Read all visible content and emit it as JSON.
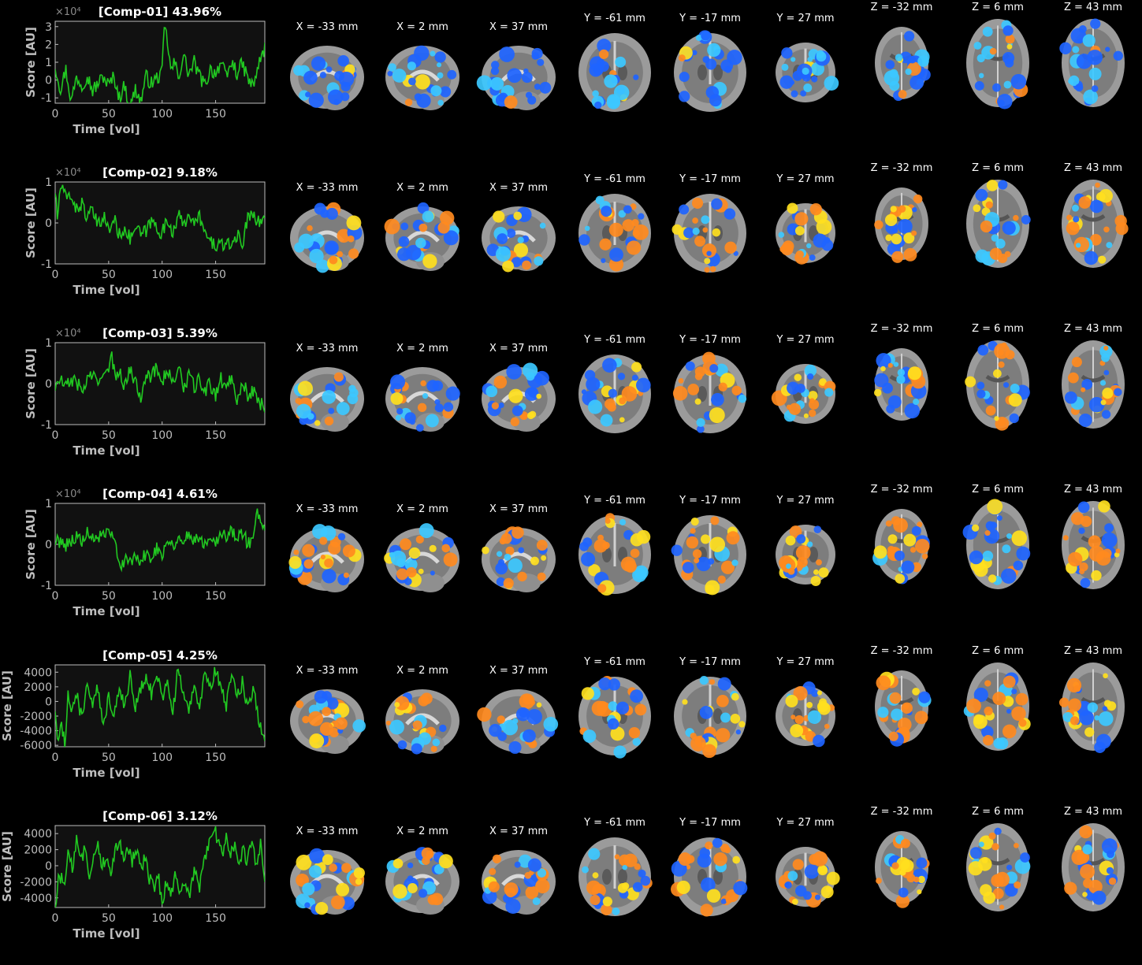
{
  "colors": {
    "background": "#000000",
    "trace": "#21c821",
    "axes_bg": "#111111",
    "axes_text": "#bdbdbd",
    "positive": "#ff8a1e",
    "positive_hi": "#ffe01e",
    "negative": "#1e64ff",
    "negative_hi": "#3cc8ff",
    "brain_gray": "#9b9b9b"
  },
  "slice_labels": [
    "X = -33 mm",
    "X = 2 mm",
    "X = 37 mm",
    "Y = -61 mm",
    "Y = -17 mm",
    "Y = 27 mm",
    "Z = -32 mm",
    "Z = 6 mm",
    "Z = 43 mm"
  ],
  "chart_data": [
    {
      "type": "line",
      "title": "[Comp-01] 43.96%",
      "xlabel": "Time [vol]",
      "ylabel": "Score [AU]",
      "exponent": "×10⁴",
      "xlim": [
        0,
        196
      ],
      "ylim": [
        -1.3,
        3.3
      ],
      "xticks": [
        0,
        50,
        100,
        150
      ],
      "yticks": [
        -1,
        0,
        1,
        2,
        3
      ],
      "ytick_labels": [
        "-1",
        "0",
        "1",
        "2",
        "3"
      ],
      "grid": false,
      "knots": [
        [
          0,
          0.8
        ],
        [
          5,
          -0.5
        ],
        [
          10,
          0.6
        ],
        [
          15,
          -1.2
        ],
        [
          20,
          0.2
        ],
        [
          25,
          -0.3
        ],
        [
          30,
          0.3
        ],
        [
          35,
          -0.6
        ],
        [
          40,
          -0.2
        ],
        [
          45,
          0.2
        ],
        [
          50,
          -0.3
        ],
        [
          55,
          0.2
        ],
        [
          60,
          -1
        ],
        [
          65,
          -0.3
        ],
        [
          70,
          -1.6
        ],
        [
          75,
          -0.5
        ],
        [
          80,
          -1.2
        ],
        [
          85,
          0.2
        ],
        [
          90,
          -0.2
        ],
        [
          95,
          0.1
        ],
        [
          100,
          0.4
        ],
        [
          102,
          3.0
        ],
        [
          105,
          2.2
        ],
        [
          108,
          0.5
        ],
        [
          112,
          1.0
        ],
        [
          115,
          0.1
        ],
        [
          120,
          1.4
        ],
        [
          125,
          0.3
        ],
        [
          130,
          1.0
        ],
        [
          135,
          0.2
        ],
        [
          140,
          -0.3
        ],
        [
          145,
          0.6
        ],
        [
          150,
          0.4
        ],
        [
          155,
          1.0
        ],
        [
          160,
          0.1
        ],
        [
          165,
          1.0
        ],
        [
          170,
          0.4
        ],
        [
          175,
          0.9
        ],
        [
          180,
          0.1
        ],
        [
          185,
          -0.4
        ],
        [
          190,
          0.8
        ],
        [
          196,
          1.8
        ]
      ]
    },
    {
      "type": "line",
      "title": "[Comp-02] 9.18%",
      "xlabel": "Time [vol]",
      "ylabel": "Score [AU]",
      "exponent": "×10⁴",
      "xlim": [
        0,
        196
      ],
      "ylim": [
        -1,
        1
      ],
      "xticks": [
        0,
        50,
        100,
        150
      ],
      "yticks": [
        -1,
        0,
        1
      ],
      "ytick_labels": [
        "-1",
        "0",
        "1"
      ],
      "grid": false,
      "knots": [
        [
          0,
          0.8
        ],
        [
          2,
          0.1
        ],
        [
          5,
          0.9
        ],
        [
          10,
          0.6
        ],
        [
          15,
          0.7
        ],
        [
          20,
          0.3
        ],
        [
          25,
          0.5
        ],
        [
          30,
          0.1
        ],
        [
          35,
          0.3
        ],
        [
          40,
          -0.1
        ],
        [
          45,
          0.2
        ],
        [
          50,
          -0.2
        ],
        [
          55,
          0.1
        ],
        [
          60,
          -0.3
        ],
        [
          65,
          -0.1
        ],
        [
          70,
          -0.4
        ],
        [
          75,
          -0.1
        ],
        [
          80,
          -0.3
        ],
        [
          85,
          -0.2
        ],
        [
          90,
          0.05
        ],
        [
          95,
          -0.1
        ],
        [
          100,
          -0.25
        ],
        [
          105,
          0.05
        ],
        [
          110,
          -0.2
        ],
        [
          115,
          0.2
        ],
        [
          120,
          -0.1
        ],
        [
          125,
          0.3
        ],
        [
          130,
          -0.1
        ],
        [
          135,
          0.2
        ],
        [
          140,
          -0.3
        ],
        [
          145,
          -0.45
        ],
        [
          150,
          -0.55
        ],
        [
          155,
          -0.5
        ],
        [
          160,
          -0.6
        ],
        [
          165,
          -0.5
        ],
        [
          170,
          -0.3
        ],
        [
          175,
          -0.5
        ],
        [
          180,
          0.1
        ],
        [
          185,
          0.3
        ],
        [
          190,
          0.0
        ],
        [
          196,
          0.1
        ]
      ]
    },
    {
      "type": "line",
      "title": "[Comp-03] 5.39%",
      "xlabel": "Time [vol]",
      "ylabel": "Score [AU]",
      "exponent": "×10⁴",
      "xlim": [
        0,
        196
      ],
      "ylim": [
        -1,
        1
      ],
      "xticks": [
        0,
        50,
        100,
        150
      ],
      "yticks": [
        -1,
        0,
        1
      ],
      "ytick_labels": [
        "-1",
        "0",
        "1"
      ],
      "grid": false,
      "knots": [
        [
          0,
          -0.1
        ],
        [
          5,
          0.1
        ],
        [
          10,
          -0.1
        ],
        [
          15,
          0.1
        ],
        [
          20,
          0.05
        ],
        [
          25,
          -0.2
        ],
        [
          30,
          0.1
        ],
        [
          35,
          0.25
        ],
        [
          40,
          -0.1
        ],
        [
          45,
          0.4
        ],
        [
          50,
          0.2
        ],
        [
          53,
          0.7
        ],
        [
          56,
          0.1
        ],
        [
          60,
          0.4
        ],
        [
          65,
          -0.1
        ],
        [
          70,
          0.4
        ],
        [
          75,
          0.0
        ],
        [
          80,
          -0.3
        ],
        [
          85,
          0.3
        ],
        [
          90,
          0.15
        ],
        [
          95,
          0.4
        ],
        [
          100,
          0.1
        ],
        [
          105,
          0.3
        ],
        [
          110,
          0.0
        ],
        [
          115,
          0.4
        ],
        [
          120,
          -0.1
        ],
        [
          125,
          0.2
        ],
        [
          130,
          -0.1
        ],
        [
          135,
          0.1
        ],
        [
          140,
          -0.2
        ],
        [
          145,
          0.0
        ],
        [
          150,
          -0.3
        ],
        [
          155,
          0.1
        ],
        [
          160,
          -0.1
        ],
        [
          165,
          0.2
        ],
        [
          170,
          -0.4
        ],
        [
          175,
          0.1
        ],
        [
          180,
          -0.3
        ],
        [
          185,
          -0.2
        ],
        [
          190,
          -0.4
        ],
        [
          196,
          -0.6
        ]
      ]
    },
    {
      "type": "line",
      "title": "[Comp-04] 4.61%",
      "xlabel": "Time [vol]",
      "ylabel": "Score [AU]",
      "exponent": "×10⁴",
      "xlim": [
        0,
        196
      ],
      "ylim": [
        -1,
        1
      ],
      "xticks": [
        0,
        50,
        100,
        150
      ],
      "yticks": [
        -1,
        0,
        1
      ],
      "ytick_labels": [
        "-1",
        "0",
        "1"
      ],
      "grid": false,
      "knots": [
        [
          0,
          0.05
        ],
        [
          5,
          0.1
        ],
        [
          10,
          0.0
        ],
        [
          15,
          0.1
        ],
        [
          20,
          0.2
        ],
        [
          25,
          0.05
        ],
        [
          30,
          0.25
        ],
        [
          35,
          0.1
        ],
        [
          40,
          0.2
        ],
        [
          45,
          0.15
        ],
        [
          50,
          0.3
        ],
        [
          55,
          0.05
        ],
        [
          60,
          -0.3
        ],
        [
          63,
          -0.55
        ],
        [
          66,
          -0.2
        ],
        [
          70,
          -0.5
        ],
        [
          75,
          -0.3
        ],
        [
          80,
          -0.45
        ],
        [
          85,
          -0.2
        ],
        [
          90,
          -0.3
        ],
        [
          95,
          -0.1
        ],
        [
          100,
          -0.2
        ],
        [
          105,
          0.1
        ],
        [
          110,
          -0.05
        ],
        [
          115,
          0.2
        ],
        [
          120,
          0.0
        ],
        [
          125,
          0.3
        ],
        [
          130,
          0.1
        ],
        [
          135,
          0.2
        ],
        [
          140,
          0.0
        ],
        [
          145,
          0.25
        ],
        [
          150,
          0.1
        ],
        [
          155,
          0.3
        ],
        [
          160,
          0.15
        ],
        [
          165,
          0.35
        ],
        [
          170,
          0.2
        ],
        [
          175,
          0.3
        ],
        [
          180,
          0.0
        ],
        [
          185,
          0.2
        ],
        [
          188,
          0.75
        ],
        [
          192,
          0.6
        ],
        [
          196,
          0.2
        ]
      ]
    },
    {
      "type": "line",
      "title": "[Comp-05] 4.25%",
      "xlabel": "Time [vol]",
      "ylabel": "Score [AU]",
      "exponent": "",
      "xlim": [
        0,
        196
      ],
      "ylim": [
        -6200,
        5000
      ],
      "xticks": [
        0,
        50,
        100,
        150
      ],
      "yticks": [
        -6000,
        -4000,
        -2000,
        0,
        2000,
        4000
      ],
      "ytick_labels": [
        "-6000",
        "-4000",
        "-2000",
        "0",
        "2000",
        "4000"
      ],
      "grid": false,
      "knots": [
        [
          0,
          -1000
        ],
        [
          3,
          -6000
        ],
        [
          6,
          -3000
        ],
        [
          9,
          -6000
        ],
        [
          12,
          1500
        ],
        [
          15,
          -1500
        ],
        [
          20,
          1000
        ],
        [
          25,
          -2500
        ],
        [
          30,
          3000
        ],
        [
          35,
          -1000
        ],
        [
          40,
          2000
        ],
        [
          45,
          -4000
        ],
        [
          50,
          1000
        ],
        [
          55,
          -2000
        ],
        [
          60,
          2500
        ],
        [
          65,
          -1000
        ],
        [
          70,
          3500
        ],
        [
          75,
          -500
        ],
        [
          80,
          1500
        ],
        [
          85,
          3500
        ],
        [
          90,
          1000
        ],
        [
          95,
          4000
        ],
        [
          100,
          500
        ],
        [
          105,
          3000
        ],
        [
          110,
          -1500
        ],
        [
          115,
          4500
        ],
        [
          120,
          500
        ],
        [
          125,
          -1000
        ],
        [
          130,
          2500
        ],
        [
          135,
          -500
        ],
        [
          140,
          3500
        ],
        [
          145,
          1500
        ],
        [
          150,
          4500
        ],
        [
          155,
          2000
        ],
        [
          160,
          -500
        ],
        [
          165,
          3000
        ],
        [
          170,
          1000
        ],
        [
          175,
          2500
        ],
        [
          180,
          -500
        ],
        [
          185,
          2000
        ],
        [
          190,
          -2000
        ],
        [
          196,
          -5500
        ]
      ]
    },
    {
      "type": "line",
      "title": "[Comp-06] 3.12%",
      "xlabel": "Time [vol]",
      "ylabel": "Score [AU]",
      "exponent": "",
      "xlim": [
        0,
        196
      ],
      "ylim": [
        -5200,
        5000
      ],
      "xticks": [
        0,
        50,
        100,
        150
      ],
      "yticks": [
        -4000,
        -2000,
        0,
        2000,
        4000
      ],
      "ytick_labels": [
        "-4000",
        "-2000",
        "0",
        "2000",
        "4000"
      ],
      "grid": false,
      "knots": [
        [
          0,
          -5000
        ],
        [
          4,
          -1000
        ],
        [
          8,
          -2500
        ],
        [
          12,
          1500
        ],
        [
          16,
          -500
        ],
        [
          20,
          3500
        ],
        [
          24,
          1000
        ],
        [
          28,
          2000
        ],
        [
          32,
          -1000
        ],
        [
          36,
          1500
        ],
        [
          40,
          2500
        ],
        [
          44,
          0
        ],
        [
          48,
          1000
        ],
        [
          52,
          -1500
        ],
        [
          56,
          2000
        ],
        [
          60,
          3500
        ],
        [
          64,
          1000
        ],
        [
          68,
          2500
        ],
        [
          72,
          500
        ],
        [
          76,
          2000
        ],
        [
          80,
          -500
        ],
        [
          84,
          1000
        ],
        [
          88,
          -1500
        ],
        [
          92,
          -3000
        ],
        [
          96,
          -1000
        ],
        [
          100,
          -4500
        ],
        [
          104,
          -2000
        ],
        [
          108,
          -3500
        ],
        [
          112,
          -1500
        ],
        [
          116,
          -3000
        ],
        [
          120,
          -2000
        ],
        [
          125,
          -4000
        ],
        [
          130,
          -1000
        ],
        [
          135,
          -2500
        ],
        [
          140,
          1000
        ],
        [
          145,
          3000
        ],
        [
          148,
          5000
        ],
        [
          152,
          3000
        ],
        [
          156,
          1500
        ],
        [
          160,
          3500
        ],
        [
          164,
          1000
        ],
        [
          168,
          3000
        ],
        [
          172,
          0
        ],
        [
          176,
          2000
        ],
        [
          180,
          500
        ],
        [
          184,
          3000
        ],
        [
          188,
          -500
        ],
        [
          192,
          2500
        ],
        [
          196,
          -1500
        ]
      ]
    }
  ]
}
